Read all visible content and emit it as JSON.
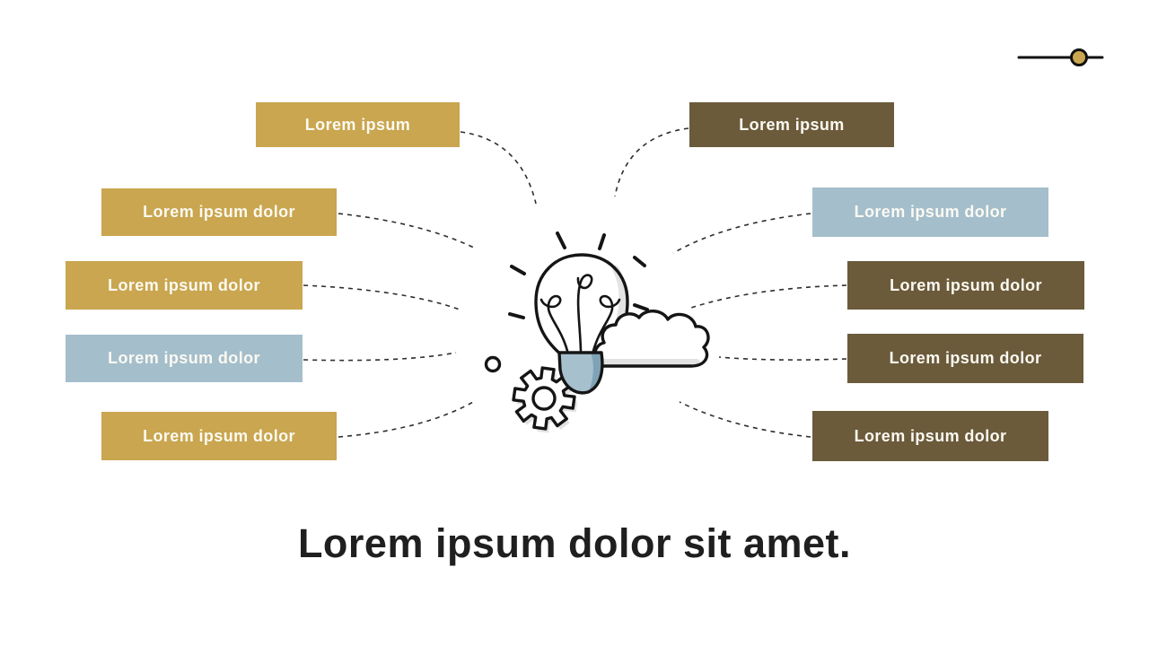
{
  "title": {
    "text": "Lorem ipsum dolor sit amet."
  },
  "colors": {
    "gold": "#c9a64f",
    "brown": "#6b5b3b",
    "blue": "#a4becb",
    "box_text": "#fbf9f2",
    "title_text": "#1f1f1f",
    "connector": "#2e2e2e",
    "ink": "#151515",
    "shadow": "#e3e3e3",
    "bulb_blue": "#a7c0ce",
    "bulb_blue_dark": "#7fa3b6"
  },
  "boxes": {
    "left": [
      {
        "label": "Lorem ipsum",
        "bg": "#c9a64f"
      },
      {
        "label": "Lorem ipsum dolor",
        "bg": "#c9a64f"
      },
      {
        "label": "Lorem ipsum dolor",
        "bg": "#c9a64f"
      },
      {
        "label": "Lorem ipsum dolor",
        "bg": "#a4becb"
      },
      {
        "label": "Lorem ipsum dolor",
        "bg": "#c9a64f"
      }
    ],
    "right": [
      {
        "label": "Lorem ipsum",
        "bg": "#6b5b3b"
      },
      {
        "label": "Lorem ipsum dolor",
        "bg": "#a4becb"
      },
      {
        "label": "Lorem ipsum dolor",
        "bg": "#6b5b3b"
      },
      {
        "label": "Lorem ipsum dolor",
        "bg": "#6b5b3b"
      },
      {
        "label": "Lorem ipsum dolor",
        "bg": "#6b5b3b"
      }
    ]
  },
  "illustration": {
    "name": "idea-lightbulb-cloud-gear",
    "parts": [
      "lightbulb",
      "filament",
      "rays",
      "cloud",
      "gear",
      "dot"
    ]
  },
  "decoration": {
    "slider": {
      "handle_color": "#c9a64f",
      "position": "right"
    }
  }
}
